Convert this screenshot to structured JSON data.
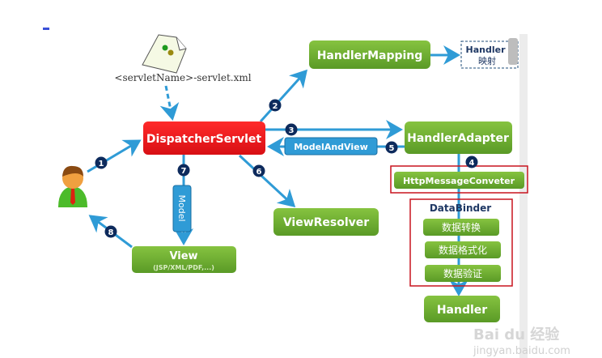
{
  "config_file": "<servletName>-servlet.xml",
  "nodes": {
    "dispatcher": "DispatcherServlet",
    "handler_mapping": "HandlerMapping",
    "handler_mapping_note_line1": "Handler",
    "handler_mapping_note_line2": "映射",
    "handler_adapter": "HandlerAdapter",
    "model_and_view": "ModelAndView",
    "http_message_converter": "HttpMessageConveter",
    "data_binder": "DataBinder",
    "data_conversion": "数据转换",
    "data_formatting": "数据格式化",
    "data_validation": "数据验证",
    "handler": "Handler",
    "view_resolver": "ViewResolver",
    "model": "Model",
    "view": "View",
    "view_types": "(JSP/XML/PDF,...)"
  },
  "steps": [
    "1",
    "2",
    "3",
    "4",
    "5",
    "6",
    "7",
    "8"
  ],
  "watermark": {
    "brand": "Bai du 经验",
    "url": "jingyan.baidu.com"
  },
  "colors": {
    "green": "#6cae2e",
    "red": "#e8141b",
    "blue": "#2f9bd6",
    "badge": "#0d2a5c",
    "outline_red": "#c8141e"
  }
}
